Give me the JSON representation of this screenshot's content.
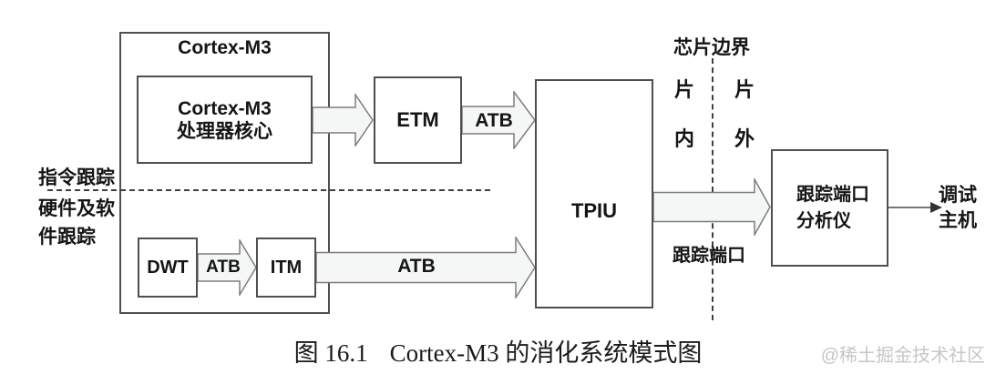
{
  "colors": {
    "box_border": "#4f4f4f",
    "arrow_fill": "#f4f7f6",
    "arrow_stroke": "#7d7d7d",
    "text": "#151515",
    "watermark": "#c6c6c6"
  },
  "diagram": {
    "outer_box": {
      "label": "Cortex-M3"
    },
    "core_box": {
      "line1": "Cortex-M3",
      "line2": "处理器核心"
    },
    "etm_box": {
      "label": "ETM"
    },
    "tpiu_box": {
      "label": "TPIU"
    },
    "dwt_box": {
      "label": "DWT"
    },
    "itm_box": {
      "label": "ITM"
    },
    "analyzer_box": {
      "line1": "跟踪端口",
      "line2": "分析仪"
    },
    "debug_host_label": "调试主机",
    "arrows": {
      "etm_to_tpiu_label": "ATB",
      "dwt_to_itm_label": "ATB",
      "itm_to_tpiu_label": "ATB"
    },
    "labels": {
      "instruction_trace": "指令跟踪",
      "hw_sw_trace": "硬件及软件跟踪",
      "chip_boundary": "芯片边界",
      "on_chip": "片内",
      "off_chip": "片外",
      "trace_port": "跟踪端口"
    }
  },
  "caption": {
    "prefix": "图 16.1",
    "text": "Cortex-M3 的消化系统模式图"
  },
  "watermark": "@稀土掘金技术社区"
}
